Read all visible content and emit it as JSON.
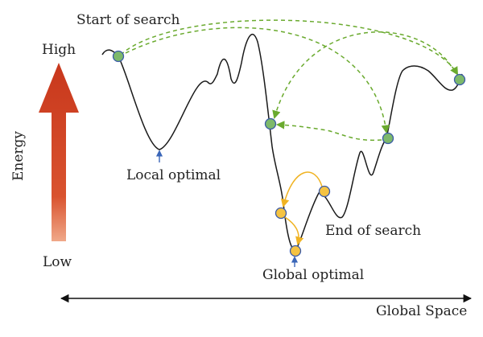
{
  "labels": {
    "start_of_search": "Start of search",
    "high": "High",
    "low": "Low",
    "energy": "Energy",
    "local_optimal": "Local optimal",
    "end_of_search": "End of search",
    "global_optimal": "Global optimal",
    "global_space": "Global Space"
  },
  "colors": {
    "curve": "#1a1a1a",
    "green_node": "#7db96b",
    "yellow_node": "#f5c342",
    "node_outline": "#3b5ba8",
    "green_path": "#6aaa2e",
    "yellow_path": "#f0b323",
    "energy_arrow": "#c8371c",
    "pointer_arrow": "#3a66b8",
    "axis": "#111111"
  }
}
